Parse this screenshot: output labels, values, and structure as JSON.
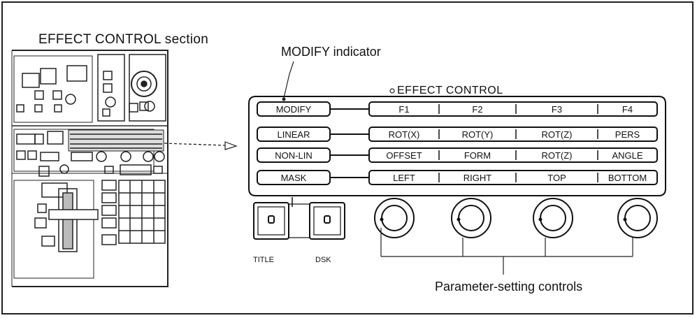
{
  "labels": {
    "section": "EFFECT CONTROL section",
    "modify_indicator": "MODIFY indicator",
    "panel_title": "EFFECT CONTROL",
    "parameter_controls": "Parameter-setting controls"
  },
  "mode_buttons": [
    "MODIFY",
    "LINEAR",
    "NON-LIN",
    "MASK"
  ],
  "function_rows": [
    [
      "F1",
      "F2",
      "F3",
      "F4"
    ],
    [
      "ROT(X)",
      "ROT(Y)",
      "ROT(Z)",
      "PERS"
    ],
    [
      "OFFSET",
      "FORM",
      "ROT(Z)",
      "ANGLE"
    ],
    [
      "LEFT",
      "RIGHT",
      "TOP",
      "BOTTOM"
    ]
  ],
  "bottom_buttons": {
    "title": "TITLE",
    "dsk": "DSK"
  }
}
